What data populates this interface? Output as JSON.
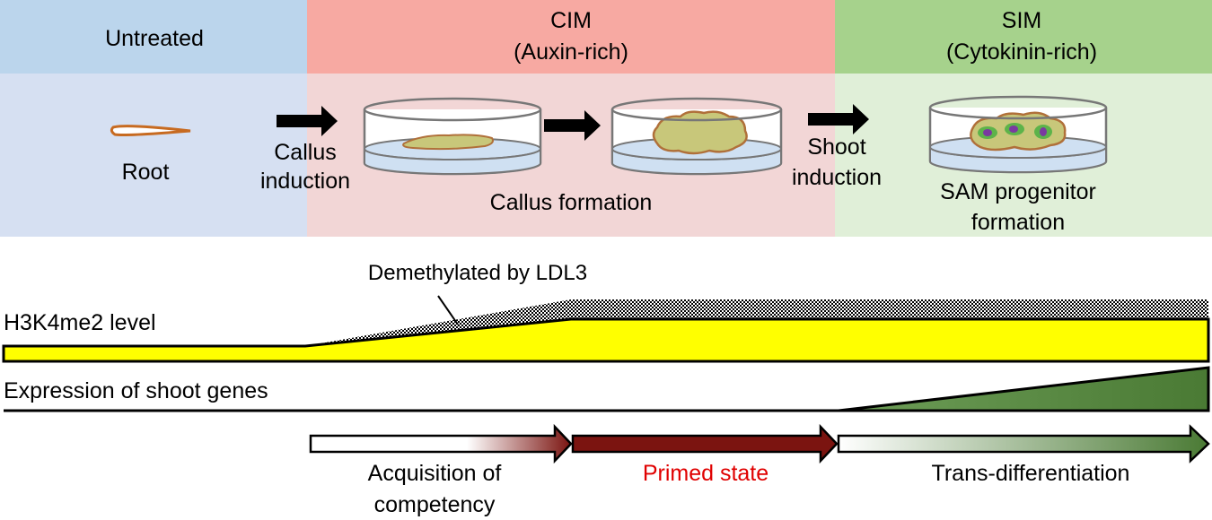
{
  "colors": {
    "untreated_header": "#BBD5EC",
    "untreated_body": "#D6E0F2",
    "cim_header": "#F7A9A2",
    "cim_body": "#F2D6D6",
    "sim_header": "#A6D28C",
    "sim_body": "#E0EFD8",
    "h3k4me2_fill": "#FFFF00",
    "shoot_genes_fill": "#4A7A34",
    "primed_arrow": "#7B1410",
    "trans_arrow_end": "#4A7A34",
    "callus_fill": "#C8C77A",
    "callus_border": "#B0703A",
    "dish_medium": "#CFE0F2",
    "root_color": "#C76A20",
    "primed_text": "#E00000",
    "progenitor_center": "#7A3AA0",
    "progenitor_ring": "#5DB34A"
  },
  "stages": {
    "untreated": {
      "title": "Untreated"
    },
    "cim": {
      "title": "CIM",
      "subtitle": "(Auxin-rich)"
    },
    "sim": {
      "title": "SIM",
      "subtitle": "(Cytokinin-rich)"
    }
  },
  "steps": {
    "root": "Root",
    "callus_induction": [
      "Callus",
      "induction"
    ],
    "callus_formation": "Callus formation",
    "shoot_induction": [
      "Shoot",
      "induction"
    ],
    "sam_progenitor": [
      "SAM progenitor",
      "formation"
    ]
  },
  "tracks": {
    "demethylated": "Demethylated by LDL3",
    "h3k4me2": "H3K4me2 level",
    "shoot_genes": "Expression of shoot genes"
  },
  "phases": {
    "competency": [
      "Acquisition of",
      "competency"
    ],
    "primed": "Primed state",
    "trans": "Trans-differentiation"
  }
}
